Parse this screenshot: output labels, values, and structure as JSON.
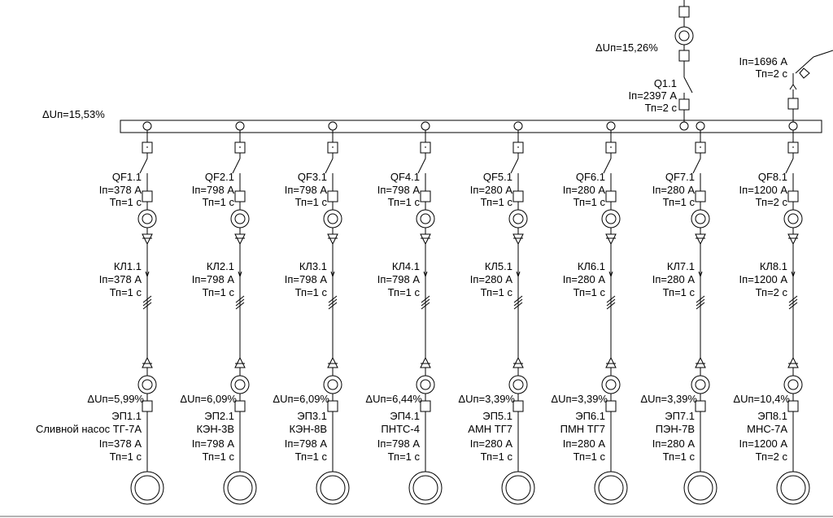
{
  "bus": {
    "du_label": "ΔUп=15,53%"
  },
  "incomer": {
    "du_label": "ΔUп=15,26%",
    "name": "Q1.1",
    "current": "Iп=2397 А",
    "time": "Тп=2 с"
  },
  "top_right": {
    "current": "Iп=1696 А",
    "time": "Тп=2 с"
  },
  "feeders": [
    {
      "qf": "QF1.1",
      "qf_current": "Iп=378 А",
      "qf_time": "Тп=1 с",
      "kl": "КЛ1.1",
      "kl_current": "Iп=378 А",
      "kl_time": "Тп=1 с",
      "du": "ΔUп=5,99%",
      "ep": "ЭП1.1",
      "load": "Сливной насос ТГ-7А",
      "ep_current": "Iп=378 А",
      "ep_time": "Тп=1 с"
    },
    {
      "qf": "QF2.1",
      "qf_current": "Iп=798 А",
      "qf_time": "Тп=1 с",
      "kl": "КЛ2.1",
      "kl_current": "Iп=798 А",
      "kl_time": "Тп=1 с",
      "du": "ΔUп=6,09%",
      "ep": "ЭП2.1",
      "load": "КЭН-3В",
      "ep_current": "Iп=798 А",
      "ep_time": "Тп=1 с"
    },
    {
      "qf": "QF3.1",
      "qf_current": "Iп=798 А",
      "qf_time": "Тп=1 с",
      "kl": "КЛ3.1",
      "kl_current": "Iп=798 А",
      "kl_time": "Тп=1 с",
      "du": "ΔUп=6,09%",
      "ep": "ЭП3.1",
      "load": "КЭН-8В",
      "ep_current": "Iп=798 А",
      "ep_time": "Тп=1 с"
    },
    {
      "qf": "QF4.1",
      "qf_current": "Iп=798 А",
      "qf_time": "Тп=1 с",
      "kl": "КЛ4.1",
      "kl_current": "Iп=798 А",
      "kl_time": "Тп=1 с",
      "du": "ΔUп=6,44%",
      "ep": "ЭП4.1",
      "load": "ПНТС-4",
      "ep_current": "Iп=798 А",
      "ep_time": "Тп=1 с"
    },
    {
      "qf": "QF5.1",
      "qf_current": "Iп=280 А",
      "qf_time": "Тп=1 с",
      "kl": "КЛ5.1",
      "kl_current": "Iп=280 А",
      "kl_time": "Тп=1 с",
      "du": "ΔUп=3,39%",
      "ep": "ЭП5.1",
      "load": "АМН ТГ7",
      "ep_current": "Iп=280 А",
      "ep_time": "Тп=1 с"
    },
    {
      "qf": "QF6.1",
      "qf_current": "Iп=280 А",
      "qf_time": "Тп=1 с",
      "kl": "КЛ6.1",
      "kl_current": "Iп=280 А",
      "kl_time": "Тп=1 с",
      "du": "ΔUп=3,39%",
      "ep": "ЭП6.1",
      "load": "ПМН ТГ7",
      "ep_current": "Iп=280 А",
      "ep_time": "Тп=1 с"
    },
    {
      "qf": "QF7.1",
      "qf_current": "Iп=280 А",
      "qf_time": "Тп=1 с",
      "kl": "КЛ7.1",
      "kl_current": "Iп=280 А",
      "kl_time": "Тп=1 с",
      "du": "ΔUп=3,39%",
      "ep": "ЭП7.1",
      "load": "ПЭН-7В",
      "ep_current": "Iп=280 А",
      "ep_time": "Тп=1 с"
    },
    {
      "qf": "QF8.1",
      "qf_current": "Iп=1200 А",
      "qf_time": "Тп=2 с",
      "kl": "КЛ8.1",
      "kl_current": "Iп=1200 А",
      "kl_time": "Тп=2 с",
      "du": "ΔUп=10,4%",
      "ep": "ЭП8.1",
      "load": "МНС-7А",
      "ep_current": "Iп=1200 А",
      "ep_time": "Тп=2 с"
    }
  ]
}
